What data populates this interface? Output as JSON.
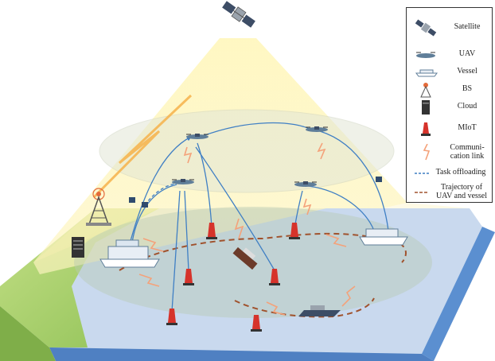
{
  "legend": {
    "satellite": "Satellite",
    "uav": "UAV",
    "vessel": "Vessel",
    "bs": "BS",
    "cloud": "Cloud",
    "miot": "MIoT",
    "comm_line1": "Communi-",
    "comm_line2": "cation link",
    "offload": "Task offloading",
    "traj_line1": "Trajectory of",
    "traj_line2": "UAV and vessel"
  },
  "colors": {
    "sea": "#c9d9ee",
    "sea_side": "#5b8fd0",
    "land": "#a9cf5e",
    "coverage": "#fbf3b0",
    "offload_link": "#3f7fc4",
    "trajectory": "#a0522d",
    "comm_link": "#f4a27a",
    "buoy": "#d6332b"
  }
}
